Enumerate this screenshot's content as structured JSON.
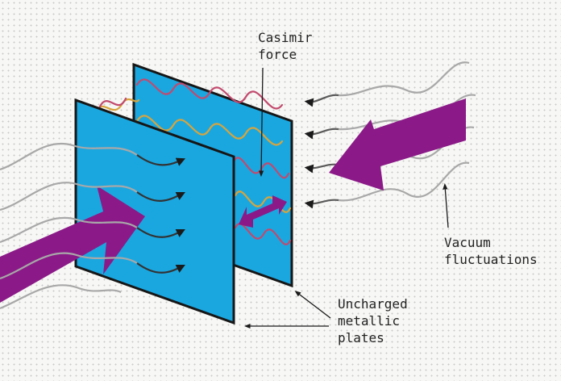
{
  "labels": {
    "casimir_force": [
      "Casimir",
      "force"
    ],
    "vacuum_fluctuations": [
      "Vacuum",
      "fluctuations"
    ],
    "uncharged_plates": [
      "Uncharged",
      "metallic",
      "plates"
    ]
  },
  "colors": {
    "plate": "#1aa7e0",
    "plate_outline": "#161616",
    "arrow": "#8b1a88",
    "wave_outside": "#a8a8a8",
    "wave_dark": "#333333",
    "wave_inner_a": "#d8a43c",
    "wave_inner_b": "#c24a6e",
    "background_dot": "#c9c9c9"
  }
}
